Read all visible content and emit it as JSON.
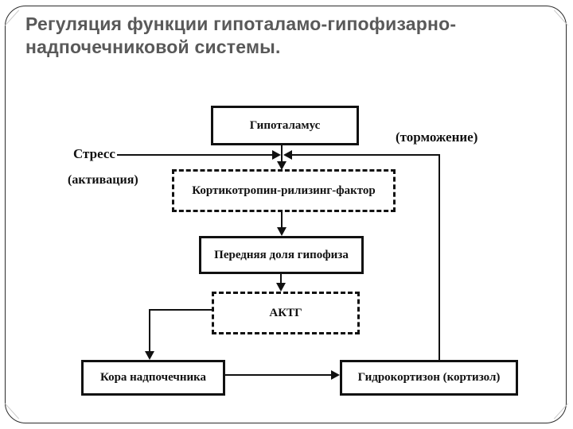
{
  "slide": {
    "title_line1": "Регуляция функции гипоталамо-гипофизарно-",
    "title_line2": "надпочечниковой системы."
  },
  "diagram": {
    "nodes": {
      "hypothalamus": {
        "label": "Гипоталамус",
        "border": "solid"
      },
      "crf": {
        "label": "Кортикотропин-рилизинг-фактор",
        "border": "dashed"
      },
      "pituitary": {
        "label": "Передняя доля гипофиза",
        "border": "solid"
      },
      "acth": {
        "label": "АКТГ",
        "border": "dashed"
      },
      "adrenal_cortex": {
        "label": "Кора надпочечника",
        "border": "solid"
      },
      "hydrocortisone": {
        "label": "Гидрокортизон (кортизол)",
        "border": "solid"
      }
    },
    "edge_labels": {
      "stress": "Стресс",
      "activation": "(активация)",
      "inhibition": "(торможение)"
    },
    "colors": {
      "line": "#111111",
      "title_text": "#595959",
      "frame_border": "#2b2b2b",
      "background": "#ffffff"
    }
  }
}
